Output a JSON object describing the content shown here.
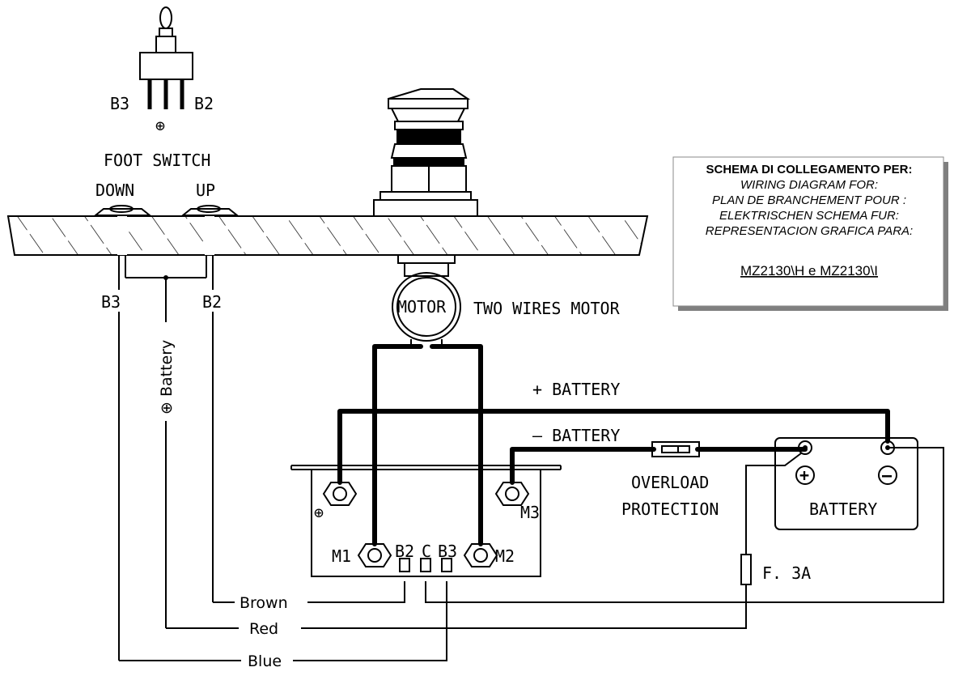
{
  "switch": {
    "title": "FOOT SWITCH",
    "down_label": "DOWN",
    "up_label": "UP",
    "pin_left": "B3",
    "pin_right": "B2",
    "plus_symbol": "⊕"
  },
  "deck_wires": {
    "left": "B3",
    "right": "B2",
    "battery_label": "⊕ Battery"
  },
  "motor": {
    "label": "MOTOR",
    "caption": "TWO WIRES MOTOR"
  },
  "battery_lines": {
    "plus": "+  BATTERY",
    "minus": "–  BATTERY"
  },
  "overload": {
    "line1": "OVERLOAD",
    "line2": "PROTECTION"
  },
  "battery": {
    "label": "BATTERY",
    "plus": "+",
    "minus": "–"
  },
  "fuse": {
    "label": "F.  3A"
  },
  "control_box": {
    "plus_terminal": "⊕",
    "m1": "M1",
    "m2": "M2",
    "m3": "M3",
    "b2": "B2",
    "c": "C",
    "b3": "B3"
  },
  "wires": {
    "brown": "Brown",
    "red": "Red",
    "blue": "Blue"
  },
  "title_box": {
    "heading": "SCHEMA DI COLLEGAMENTO PER:",
    "lines": [
      "WIRING DIAGRAM FOR:",
      "PLAN DE BRANCHEMENT POUR :",
      "ELEKTRISCHEN SCHEMA FUR:",
      "REPRESENTACION GRAFICA PARA:"
    ],
    "model": "MZ2130\\H e MZ2130\\I"
  }
}
